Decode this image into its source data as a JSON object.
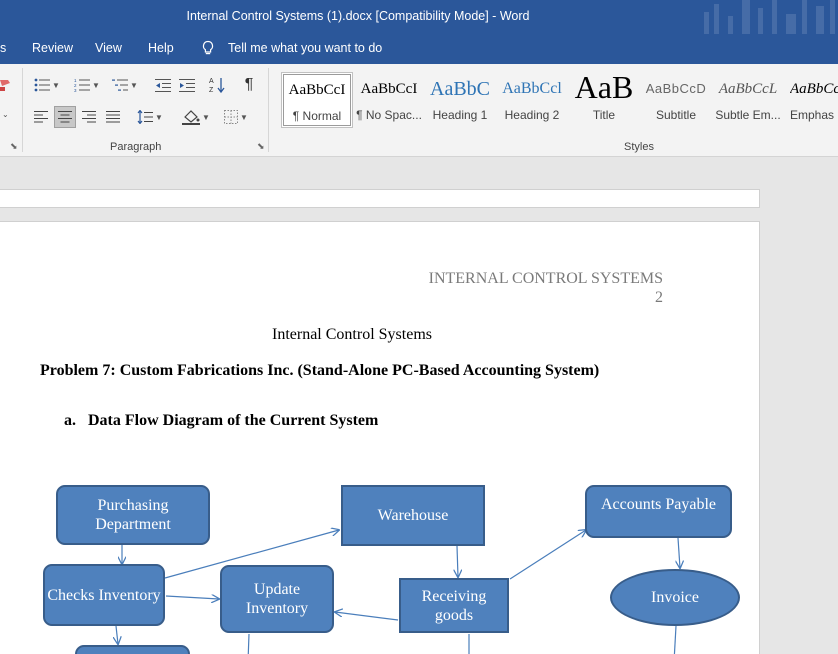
{
  "window": {
    "title": "Internal Control Systems (1).docx [Compatibility Mode]  -  Word"
  },
  "menu": {
    "partial_tab": "s",
    "tabs": [
      "Review",
      "View",
      "Help"
    ],
    "tell_me": "Tell me what you want to do"
  },
  "ribbon": {
    "paragraph_label": "Paragraph",
    "styles_label": "Styles",
    "styles": [
      {
        "sample": "AaBbCcI",
        "name": "¶ Normal"
      },
      {
        "sample": "AaBbCcI",
        "name": "¶ No Spac..."
      },
      {
        "sample": "AaBbC",
        "name": "Heading 1"
      },
      {
        "sample": "AaBbCcl",
        "name": "Heading 2"
      },
      {
        "sample": "AaB",
        "name": "Title"
      },
      {
        "sample": "AaBbCcD",
        "name": "Subtitle"
      },
      {
        "sample": "AaBbCcL",
        "name": "Subtle Em..."
      },
      {
        "sample": "AaBbCc",
        "name": "Emphas"
      }
    ]
  },
  "document": {
    "header_text": "INTERNAL CONTROL SYSTEMS",
    "header_page": "2",
    "title": "Internal Control Systems",
    "problem": "Problem 7: Custom Fabrications Inc. (Stand-Alone PC-Based Accounting System)",
    "subhead_number": "a.",
    "subhead_text": "Data Flow Diagram of the Current System"
  },
  "diagram": {
    "purchasing": "Purchasing Department",
    "checks": "Checks Inventory",
    "update": "Update Inventory",
    "warehouse": "Warehouse",
    "receiving": "Receiving goods",
    "payable": "Accounts Payable",
    "invoice": "Invoice"
  },
  "colors": {
    "word_blue": "#2b579a",
    "node_fill": "#4f81bd",
    "node_border": "#385d8a"
  }
}
